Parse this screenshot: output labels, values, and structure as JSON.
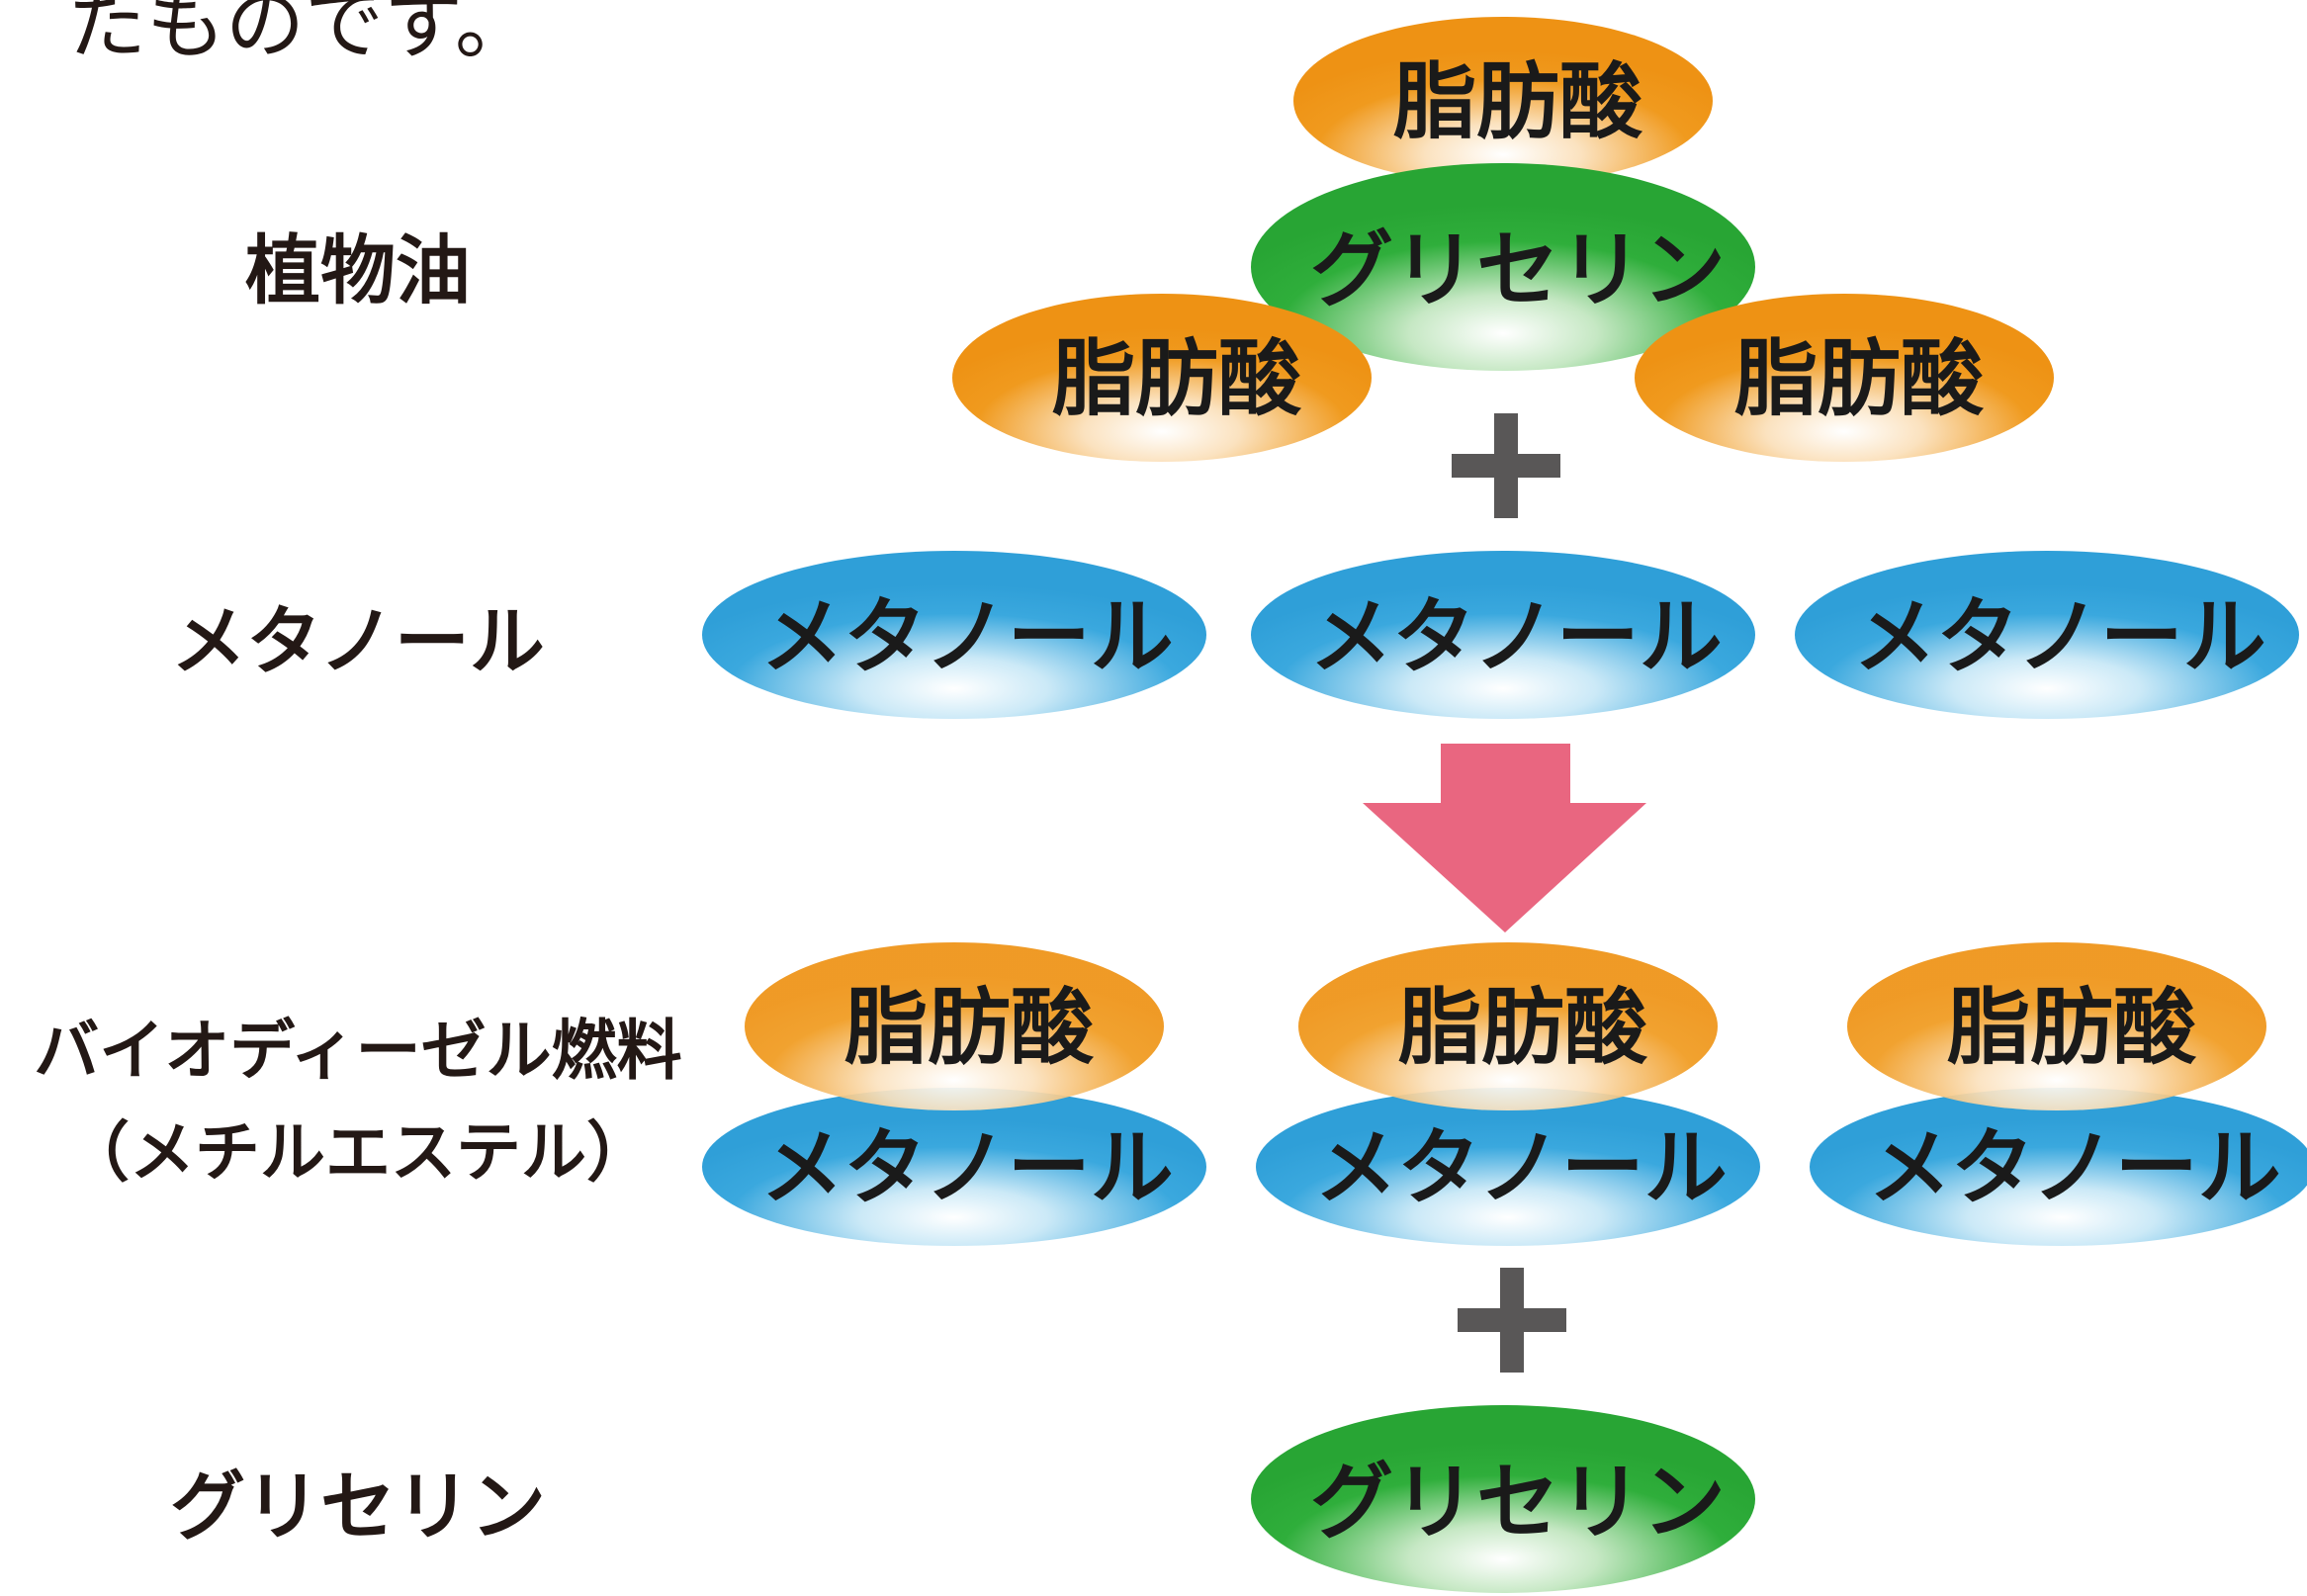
{
  "intro_text": "たものです。",
  "labels": {
    "vegetable_oil": "植物油",
    "methanol": "メタノール",
    "biodiesel_line1": "バイオディーゼル燃料",
    "biodiesel_line2": "（メチルエステル）",
    "glycerin": "グリセリン"
  },
  "molecules": {
    "fatty_acid": "脂肪酸",
    "glycerin": "グリセリン",
    "methanol": "メタノール"
  },
  "symbols": {
    "plus": "+"
  },
  "colors": {
    "fatty_acid": "#f09a1e",
    "glycerin": "#2fae3b",
    "methanol": "#3aa8de",
    "arrow": "#e96680",
    "plus": "#595757"
  }
}
